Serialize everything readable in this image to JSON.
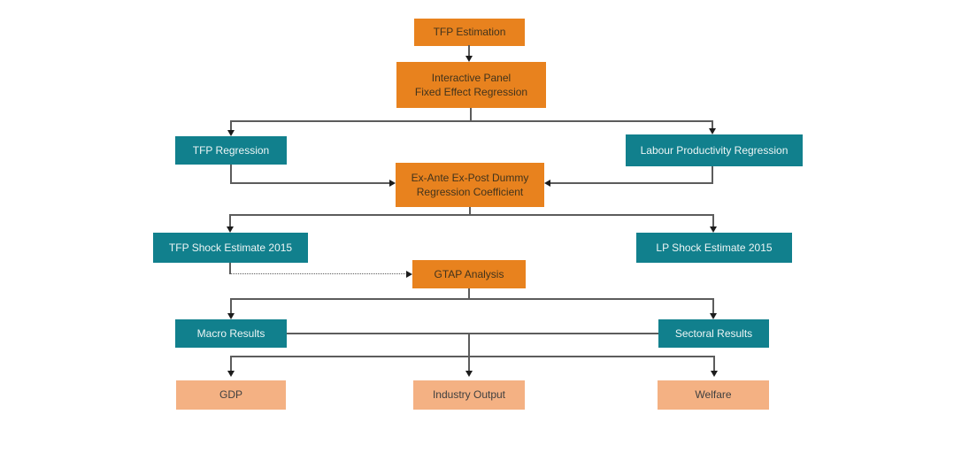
{
  "diagram": {
    "colors": {
      "orange": "#E8821E",
      "teal": "#11808D",
      "peach": "#F4B183",
      "connector": "#5C5C5C",
      "arrow": "#1C1C1C"
    },
    "nodes": {
      "tfp_estimation": {
        "label": "TFP Estimation",
        "type": "orange"
      },
      "interactive_panel": {
        "label": "Interactive Panel\nFixed Effect Regression",
        "type": "orange"
      },
      "tfp_regression": {
        "label": "TFP Regression",
        "type": "teal"
      },
      "labour_productivity_regression": {
        "label": "Labour Productivity Regression",
        "type": "teal"
      },
      "ex_ante_ex_post": {
        "label": "Ex-Ante Ex-Post Dummy\nRegression Coefficient",
        "type": "orange"
      },
      "tfp_shock": {
        "label": "TFP Shock Estimate 2015",
        "type": "teal"
      },
      "lp_shock": {
        "label": "LP Shock Estimate 2015",
        "type": "teal"
      },
      "gtap_analysis": {
        "label": "GTAP Analysis",
        "type": "orange"
      },
      "macro_results": {
        "label": "Macro Results",
        "type": "teal"
      },
      "sectoral_results": {
        "label": "Sectoral Results",
        "type": "teal"
      },
      "gdp": {
        "label": "GDP",
        "type": "peach"
      },
      "industry_output": {
        "label": "Industry Output",
        "type": "peach"
      },
      "welfare": {
        "label": "Welfare",
        "type": "peach"
      }
    },
    "edges": [
      {
        "from": "tfp_estimation",
        "to": "interactive_panel",
        "style": "solid"
      },
      {
        "from": "interactive_panel",
        "to": "tfp_regression",
        "style": "solid"
      },
      {
        "from": "interactive_panel",
        "to": "labour_productivity_regression",
        "style": "solid"
      },
      {
        "from": "tfp_regression",
        "to": "ex_ante_ex_post",
        "style": "solid"
      },
      {
        "from": "labour_productivity_regression",
        "to": "ex_ante_ex_post",
        "style": "solid"
      },
      {
        "from": "ex_ante_ex_post",
        "to": "tfp_shock",
        "style": "solid"
      },
      {
        "from": "ex_ante_ex_post",
        "to": "lp_shock",
        "style": "solid"
      },
      {
        "from": "tfp_shock",
        "to": "gtap_analysis",
        "style": "dotted"
      },
      {
        "from": "gtap_analysis",
        "to": "macro_results",
        "style": "solid"
      },
      {
        "from": "gtap_analysis",
        "to": "sectoral_results",
        "style": "solid"
      },
      {
        "from": "macro_results",
        "to": "sectoral_results",
        "style": "solid"
      },
      {
        "from": "macro_results",
        "to": "gdp",
        "style": "solid"
      },
      {
        "from": "macro_results",
        "to": "industry_output",
        "style": "solid"
      },
      {
        "from": "macro_results",
        "to": "welfare",
        "style": "solid"
      }
    ]
  }
}
